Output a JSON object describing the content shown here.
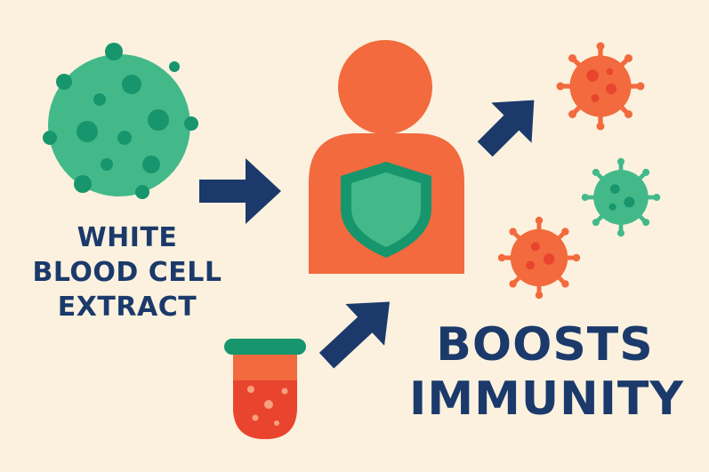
{
  "labels": {
    "left": [
      "WHITE",
      "BLOOD CELL",
      "EXTRACT"
    ],
    "right": [
      "BOOSTS",
      "IMMUNITY"
    ]
  },
  "colors": {
    "background": "#fbf1de",
    "navy": "#1b3a6b",
    "orange": "#f26a3d",
    "green": "#3fb488",
    "dark_green": "#17956d",
    "red": "#e8442e"
  },
  "icons": {
    "cell": "white-blood-cell-icon",
    "person": "person-icon",
    "shield": "shield-icon",
    "tube": "test-tube-icon",
    "virus": "virus-icon",
    "arrow": "arrow-icon"
  }
}
